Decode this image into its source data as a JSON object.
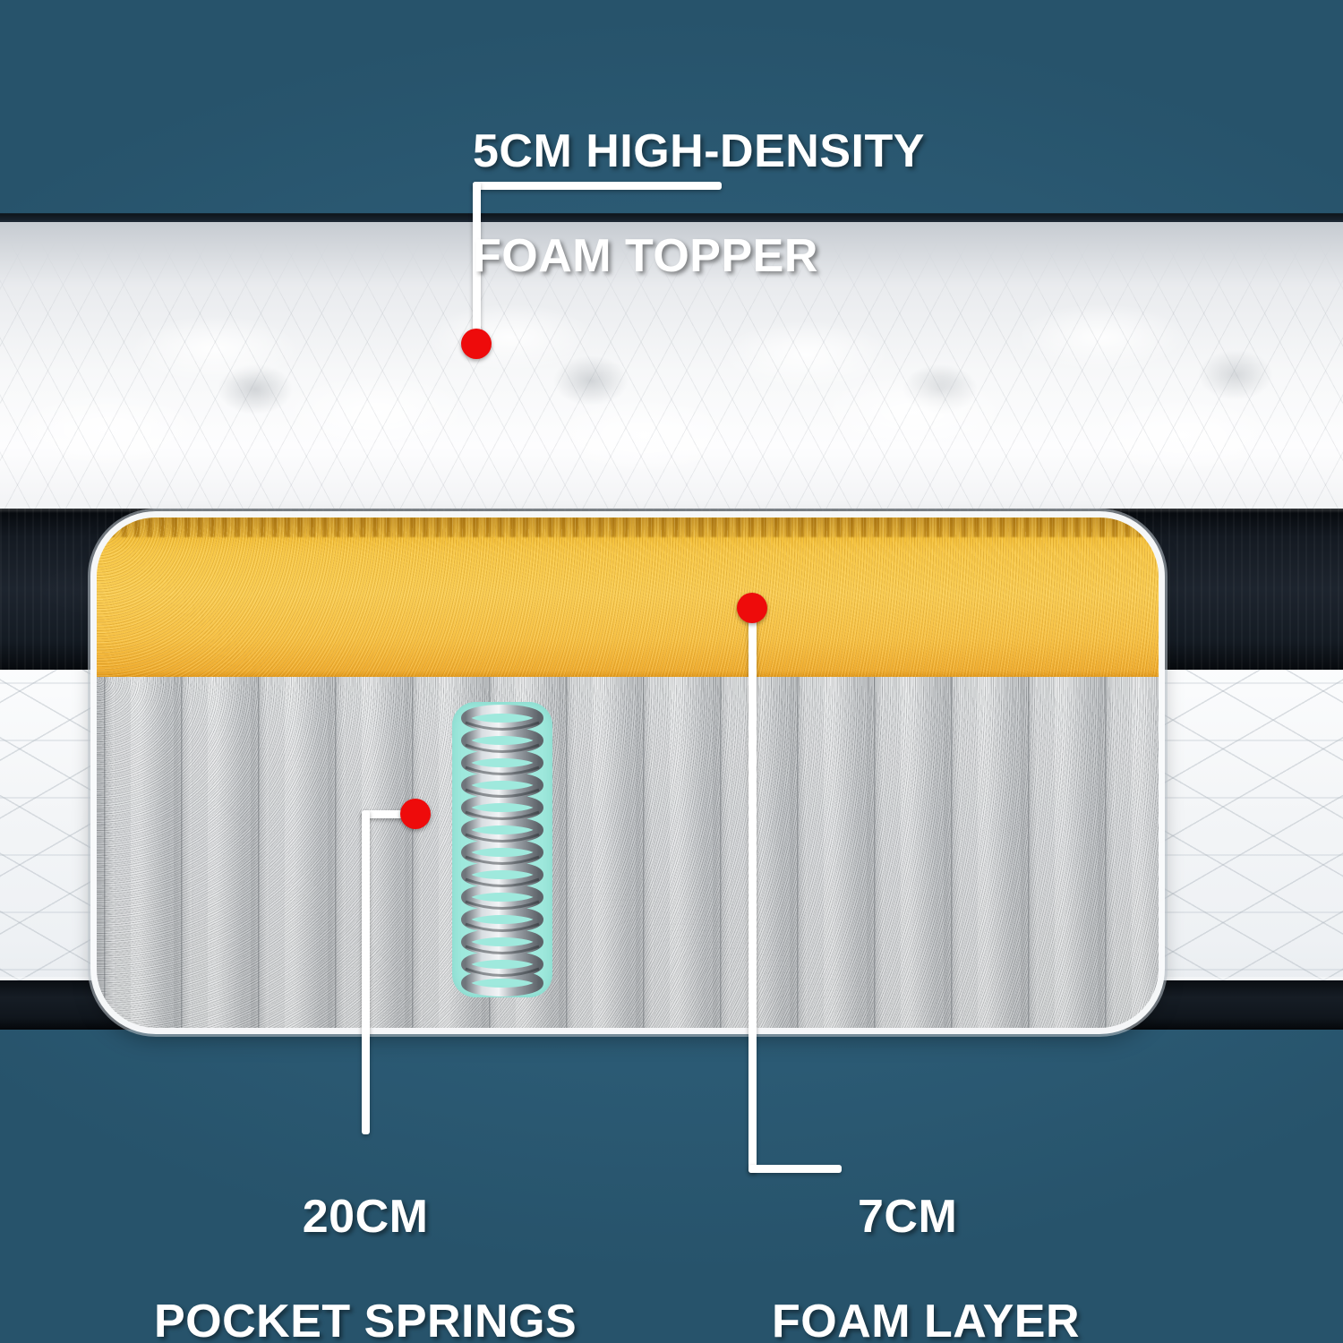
{
  "theme": {
    "background_color": "#2c5f7c",
    "marker_color": "#ee0b0b",
    "callout_line_color": "#ffffff",
    "label_text_color": "#ffffff",
    "foam_layer_color": "#f8c94a",
    "spring_highlight_color": "#9fe9dd",
    "spring_coil_color": "#9aa0a6",
    "band_color": "#141a22",
    "quilt_color": "#f3f5f7"
  },
  "product": {
    "type": "mattress-cutaway-infographic",
    "layers": [
      {
        "id": "foam-topper",
        "thickness": "5CM",
        "name": "HIGH-DENSITY\nFOAM TOPPER",
        "label_line1": "5CM HIGH-DENSITY",
        "label_line2": "FOAM TOPPER",
        "marker_position": "top-quilted-surface"
      },
      {
        "id": "pocket-springs",
        "thickness": "20CM",
        "name": "POCKET SPRINGS",
        "label_line1": "20CM",
        "label_line2": "POCKET SPRINGS",
        "marker_position": "spring-core"
      },
      {
        "id": "foam-layer",
        "thickness": "7CM",
        "name": "FOAM LAYER",
        "label_line1": "7CM",
        "label_line2": "FOAM LAYER",
        "marker_position": "yellow-foam-slab"
      }
    ]
  },
  "callouts": {
    "topper": {
      "label_line1": "5CM HIGH-DENSITY",
      "label_line2": "FOAM TOPPER"
    },
    "springs": {
      "label_line1": "20CM",
      "label_line2": "POCKET SPRINGS"
    },
    "foam": {
      "label_line1": "7CM",
      "label_line2": "FOAM LAYER"
    }
  }
}
